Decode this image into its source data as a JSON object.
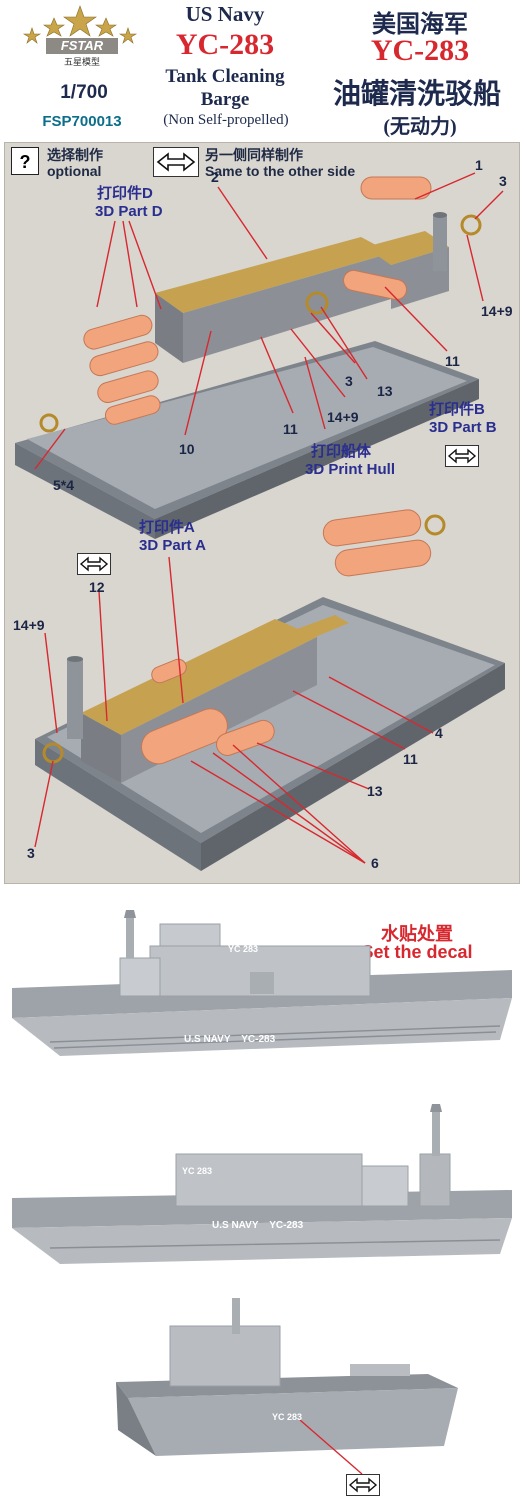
{
  "brand": {
    "name": "FSTAR",
    "subtitle": "五星模型"
  },
  "header": {
    "scale": "1/700",
    "product_code": "FSP700013",
    "en_line1": "US Navy",
    "en_model": "YC-283",
    "en_line3": "Tank Cleaning",
    "en_line4": "Barge",
    "en_line5": "(Non Self-propelled)",
    "cn_line1": "美国海军",
    "cn_model": "YC-283",
    "cn_line3": "油罐清洗驳船",
    "cn_line4": "(无动力)"
  },
  "legend": {
    "optional_symbol": "?",
    "optional_cn": "选择制作",
    "optional_en": "optional",
    "side_cn": "另一侧同样制作",
    "side_en": "Same to the other side"
  },
  "top_view": {
    "part_d_cn": "打印件D",
    "part_d_en": "3D Part D",
    "part_b_cn": "打印件B",
    "part_b_en": "3D Part B",
    "hull_cn": "打印船体",
    "hull_en": "3D Print Hull",
    "labels": {
      "n1": "1",
      "n2": "2",
      "n3a": "3",
      "n14a": "14+9",
      "n11a": "11",
      "n3b": "3",
      "n13": "13",
      "n14b": "14+9",
      "n11b": "11",
      "n11c": "11",
      "n10": "10",
      "n54": "5*4"
    }
  },
  "bottom_view": {
    "part_a_cn": "打印件A",
    "part_a_en": "3D Part A",
    "labels": {
      "n12": "12",
      "n14": "14+9",
      "n4": "4",
      "n11": "11",
      "n13": "13",
      "n3": "3",
      "n6": "6"
    }
  },
  "decal": {
    "title_cn": "水贴处置",
    "title_en": "Set the decal",
    "hull_text_1": "U.S NAVY    YC-283",
    "house_text_1": "YC 283",
    "hull_text_2": "U.S NAVY    YC-283",
    "house_text_2": "YC 283",
    "stern_text": "YC 283"
  },
  "colors": {
    "hull": "#a9aeb5",
    "deck": "#8d9298",
    "tank": "#f0a07c",
    "roof": "#c9a653",
    "red": "#d8282f",
    "navy": "#1d2a4d",
    "teal": "#0b6e8a"
  }
}
